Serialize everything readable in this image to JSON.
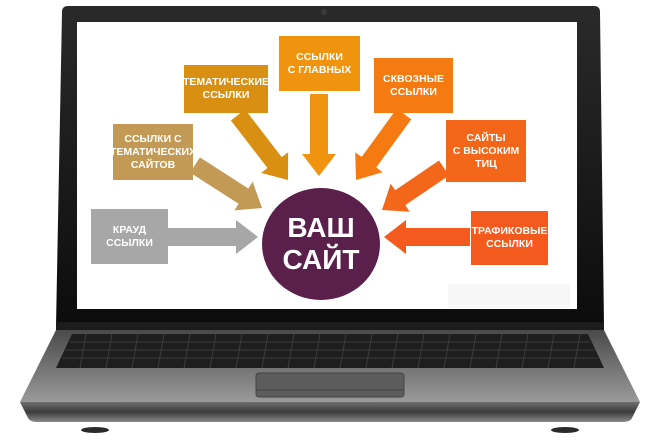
{
  "center": {
    "label": "ВАШ\nСАЙТ",
    "color": "#5a1f4a"
  },
  "sources": [
    {
      "id": "crowd",
      "label": "КРАУД\nССЫЛКИ",
      "color": "#a7a7a7"
    },
    {
      "id": "thematic-sites",
      "label": "ССЫЛКИ С\nТЕМАТИЧЕСКИХ\nСАЙТОВ",
      "color": "#c39a55"
    },
    {
      "id": "thematic",
      "label": "ТЕМАТИЧЕСКИЕ\nССЫЛКИ",
      "color": "#d98f12"
    },
    {
      "id": "main",
      "label": "ССЫЛКИ\nС ГЛАВНЫХ",
      "color": "#f0930e"
    },
    {
      "id": "through",
      "label": "СКВОЗНЫЕ\nССЫЛКИ",
      "color": "#f57a12"
    },
    {
      "id": "high-tic",
      "label": "САЙТЫ\nС ВЫСОКИМ\nТИЦ",
      "color": "#f4661a"
    },
    {
      "id": "traffic",
      "label": "ТРАФИКОВЫЕ\nССЫЛКИ",
      "color": "#f45a1d"
    }
  ]
}
